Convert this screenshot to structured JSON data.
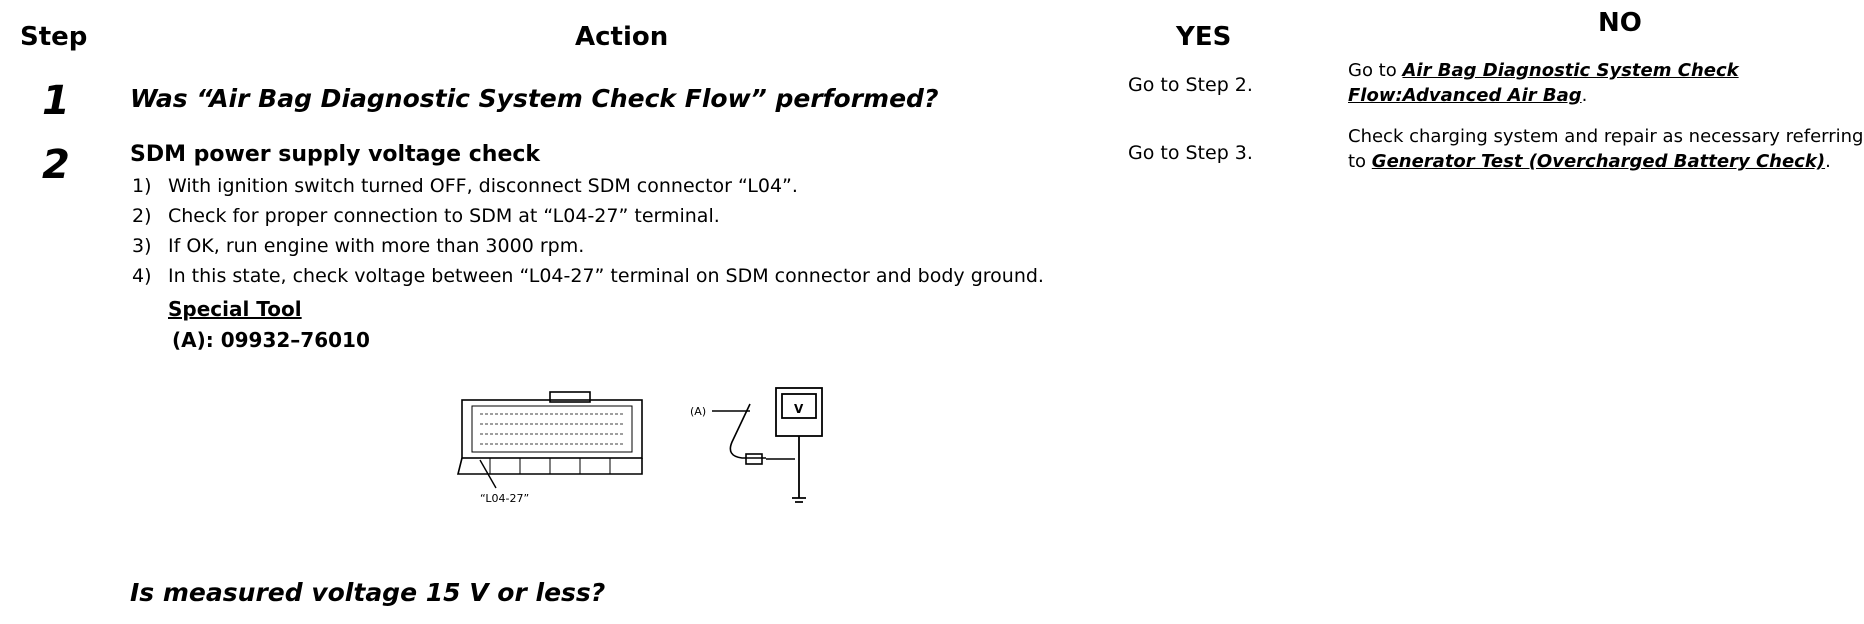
{
  "headers": {
    "step": "Step",
    "action": "Action",
    "yes": "YES",
    "no": "NO"
  },
  "step1": {
    "number": "1",
    "question": "Was “Air Bag Diagnostic System Check Flow” performed?",
    "yes": "Go to Step 2.",
    "no_prefix": "Go to ",
    "no_link": "Air Bag Diagnostic System Check Flow:Advanced Air Bag",
    "no_suffix": "."
  },
  "step2": {
    "number": "2",
    "title": "SDM power supply voltage check",
    "items": [
      {
        "n": "1)",
        "text": "With ignition switch turned OFF, disconnect SDM connector “L04”."
      },
      {
        "n": "2)",
        "text": "Check for proper connection to SDM at “L04-27” terminal."
      },
      {
        "n": "3)",
        "text": "If OK, run engine with more than 3000 rpm."
      },
      {
        "n": "4)",
        "text": "In this state, check voltage between “L04-27” terminal on SDM connector and body ground."
      }
    ],
    "special_tool_label": "Special Tool",
    "special_tool_value": "(A): 09932–76010",
    "figure": {
      "connector_label": "“L04-27”",
      "tool_label": "(A)",
      "meter_label": "V"
    },
    "question": "Is measured voltage 15 V or less?",
    "yes": "Go to Step 3.",
    "no_prefix": "Check charging system and repair as necessary referring to ",
    "no_link": "Generator Test (Overcharged Battery Check)",
    "no_suffix": "."
  }
}
